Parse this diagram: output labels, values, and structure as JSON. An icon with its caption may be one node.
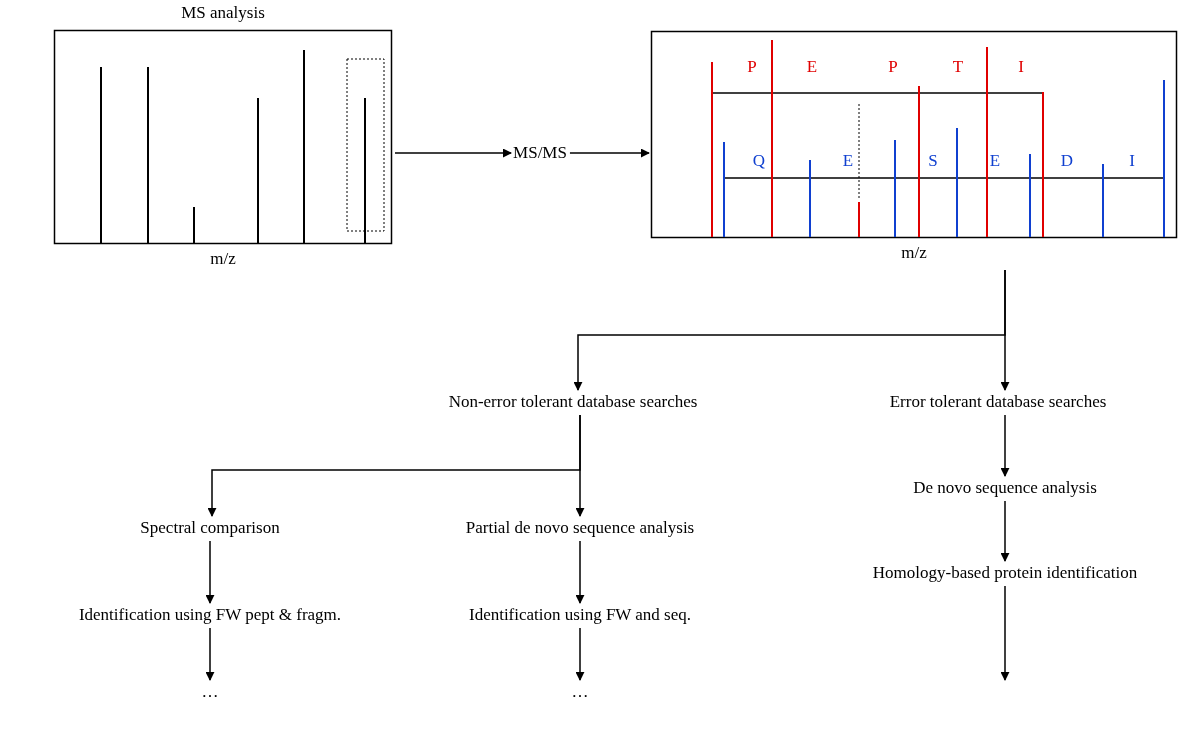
{
  "diagram": {
    "nodes": [
      {
        "text": [
          "MS analysis"
        ],
        "beside": [
          "m/z"
        ]
      },
      {
        "text": [
          "MS/MS"
        ]
      },
      {
        "text": [],
        "shape": "box",
        "beside": [
          "m/z"
        ]
      },
      {
        "text": [
          "Non-error tolerant database searches"
        ]
      },
      {
        "text": [
          "Error tolerant database searches"
        ]
      },
      {
        "text": [
          "Spectral comparison"
        ]
      },
      {
        "text": [
          "Partial de novo sequence analysis"
        ]
      },
      {
        "text": [
          "De novo sequence analysis"
        ]
      },
      {
        "text": [
          "Identification using FW pept & fragm."
        ]
      },
      {
        "text": [
          "Identification using FW and seq."
        ]
      },
      {
        "text": [
          "Homology-based protein identification"
        ]
      },
      {
        "text": [
          "…"
        ]
      },
      {
        "text": [
          "…"
        ]
      }
    ],
    "edges": [
      {
        "from": 0,
        "to": 1,
        "arrow": "to"
      },
      {
        "from": 1,
        "to": 2,
        "arrow": "to"
      },
      {
        "from": 2,
        "to": 3,
        "arrow": "to"
      },
      {
        "from": 2,
        "to": 4,
        "arrow": "to"
      },
      {
        "from": 3,
        "to": 5,
        "arrow": "to"
      },
      {
        "from": 3,
        "to": 6,
        "arrow": "to"
      },
      {
        "from": 4,
        "to": 7,
        "arrow": "to"
      },
      {
        "from": 5,
        "to": 8,
        "arrow": "to"
      },
      {
        "from": 6,
        "to": 9,
        "arrow": "to"
      },
      {
        "from": 7,
        "to": 10,
        "arrow": "to"
      },
      {
        "from": 8,
        "to": 11,
        "arrow": "to"
      },
      {
        "from": 9,
        "to": 12,
        "arrow": "to"
      },
      {
        "from": 10,
        "to": null,
        "arrow": "to"
      }
    ],
    "labels": [
      "P",
      "E",
      "P",
      "T",
      "I",
      "Q",
      "E",
      "S",
      "E",
      "D",
      "I"
    ]
  }
}
